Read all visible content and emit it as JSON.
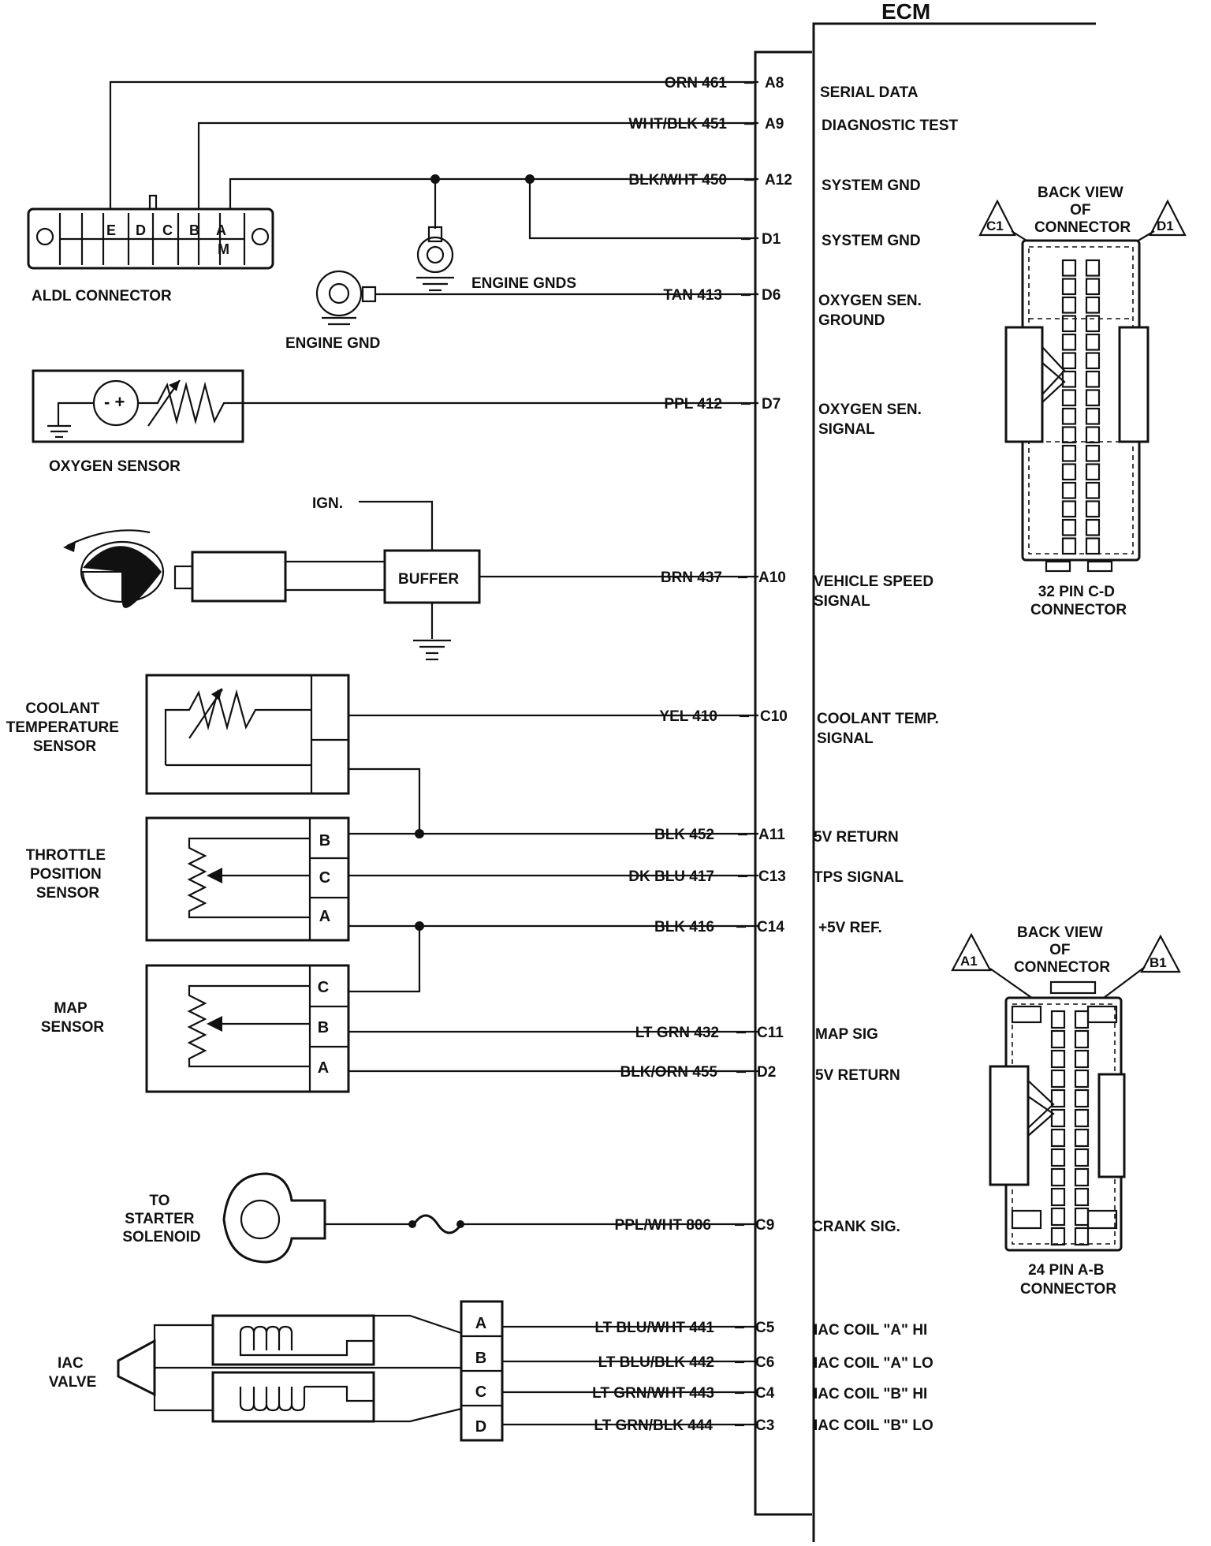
{
  "ecm": {
    "title": "ECM"
  },
  "wires": [
    {
      "wire": "ORN 461",
      "pin": "A8",
      "func": [
        "SERIAL DATA"
      ]
    },
    {
      "wire": "WHT/BLK 451",
      "pin": "A9",
      "func": [
        "DIAGNOSTIC TEST"
      ]
    },
    {
      "wire": "BLK/WHT 450",
      "pin": "A12",
      "func": [
        "SYSTEM GND"
      ]
    },
    {
      "wire": "",
      "pin": "D1",
      "func": [
        "SYSTEM GND"
      ]
    },
    {
      "wire": "TAN 413",
      "pin": "D6",
      "func": [
        "OXYGEN SEN.",
        "GROUND"
      ]
    },
    {
      "wire": "PPL 412",
      "pin": "D7",
      "func": [
        "OXYGEN SEN.",
        "SIGNAL"
      ]
    },
    {
      "wire": "BRN 437",
      "pin": "A10",
      "func": [
        "VEHICLE SPEED",
        "SIGNAL"
      ]
    },
    {
      "wire": "YEL 410",
      "pin": "C10",
      "func": [
        "COOLANT TEMP.",
        "SIGNAL"
      ]
    },
    {
      "wire": "BLK 452",
      "pin": "A11",
      "func": [
        "5V RETURN"
      ]
    },
    {
      "wire": "DK BLU 417",
      "pin": "C13",
      "func": [
        "TPS SIGNAL"
      ]
    },
    {
      "wire": "BLK 416",
      "pin": "C14",
      "func": [
        "+5V REF."
      ]
    },
    {
      "wire": "LT GRN 432",
      "pin": "C11",
      "func": [
        "MAP SIG"
      ]
    },
    {
      "wire": "BLK/ORN 455",
      "pin": "D2",
      "func": [
        "5V RETURN"
      ]
    },
    {
      "wire": "PPL/WHT 806",
      "pin": "C9",
      "func": [
        "CRANK SIG."
      ]
    },
    {
      "wire": "LT BLU/WHT 441",
      "pin": "C5",
      "func": [
        "IAC COIL \"A\" HI"
      ]
    },
    {
      "wire": "LT BLU/BLK 442",
      "pin": "C6",
      "func": [
        "IAC COIL \"A\" LO"
      ]
    },
    {
      "wire": "LT GRN/WHT 443",
      "pin": "C4",
      "func": [
        "IAC COIL \"B\" HI"
      ]
    },
    {
      "wire": "LT GRN/BLK 444",
      "pin": "C3",
      "func": [
        "IAC COIL \"B\" LO"
      ]
    }
  ],
  "components": {
    "aldl": {
      "label": "ALDL CONNECTOR",
      "pins": [
        "E",
        "D",
        "C",
        "B",
        "A",
        "M"
      ]
    },
    "engine_gnds": "ENGINE GNDS",
    "engine_gnd": "ENGINE GND",
    "oxygen_sensor": "OXYGEN SENSOR",
    "ign": "IGN.",
    "buffer": "BUFFER",
    "coolant": [
      "COOLANT",
      "TEMPERATURE",
      "SENSOR"
    ],
    "tps": {
      "label": [
        "THROTTLE",
        "POSITION",
        "SENSOR"
      ],
      "pins": [
        "B",
        "C",
        "A"
      ]
    },
    "map": {
      "label": [
        "MAP",
        "SENSOR"
      ],
      "pins": [
        "C",
        "B",
        "A"
      ]
    },
    "starter": [
      "TO",
      "STARTER",
      "SOLENOID"
    ],
    "iac": {
      "label": [
        "IAC",
        "VALVE"
      ],
      "pins": [
        "A",
        "B",
        "C",
        "D"
      ]
    }
  },
  "connectors": {
    "cd": {
      "title": [
        "BACK VIEW",
        "OF",
        "CONNECTOR"
      ],
      "left_tag": "C1",
      "right_tag": "D1",
      "caption": [
        "32 PIN C-D",
        "CONNECTOR"
      ]
    },
    "ab": {
      "title": [
        "BACK VIEW",
        "OF",
        "CONNECTOR"
      ],
      "left_tag": "A1",
      "right_tag": "B1",
      "caption": [
        "24 PIN  A-B",
        "CONNECTOR"
      ]
    }
  }
}
